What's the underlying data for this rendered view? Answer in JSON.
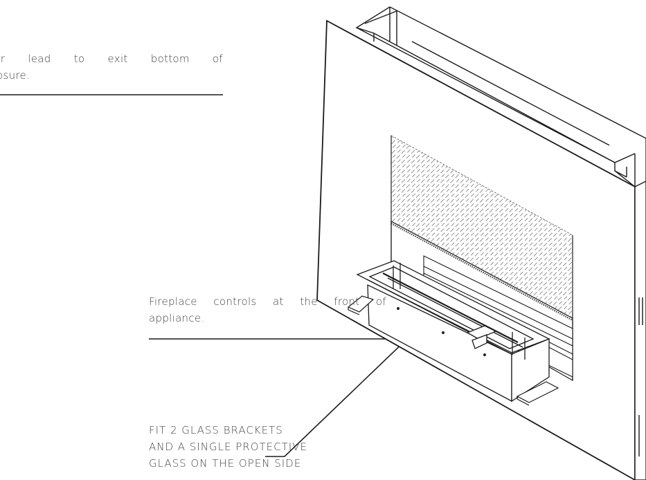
{
  "callouts": {
    "top": {
      "line1": "ver lead to exit bottom of",
      "line2": "closure."
    },
    "middle": {
      "line1": "Fireplace controls at the front of",
      "line2": "appliance."
    },
    "bottom": {
      "line1": "FIT 2 GLASS BRACKETS",
      "line2": "AND A SINGLE PROTECTIVE",
      "line3": "GLASS ON THE OPEN SIDE"
    }
  },
  "colors": {
    "ink": "#1a1a1a",
    "text": "#454545",
    "background": "#ffffff"
  }
}
